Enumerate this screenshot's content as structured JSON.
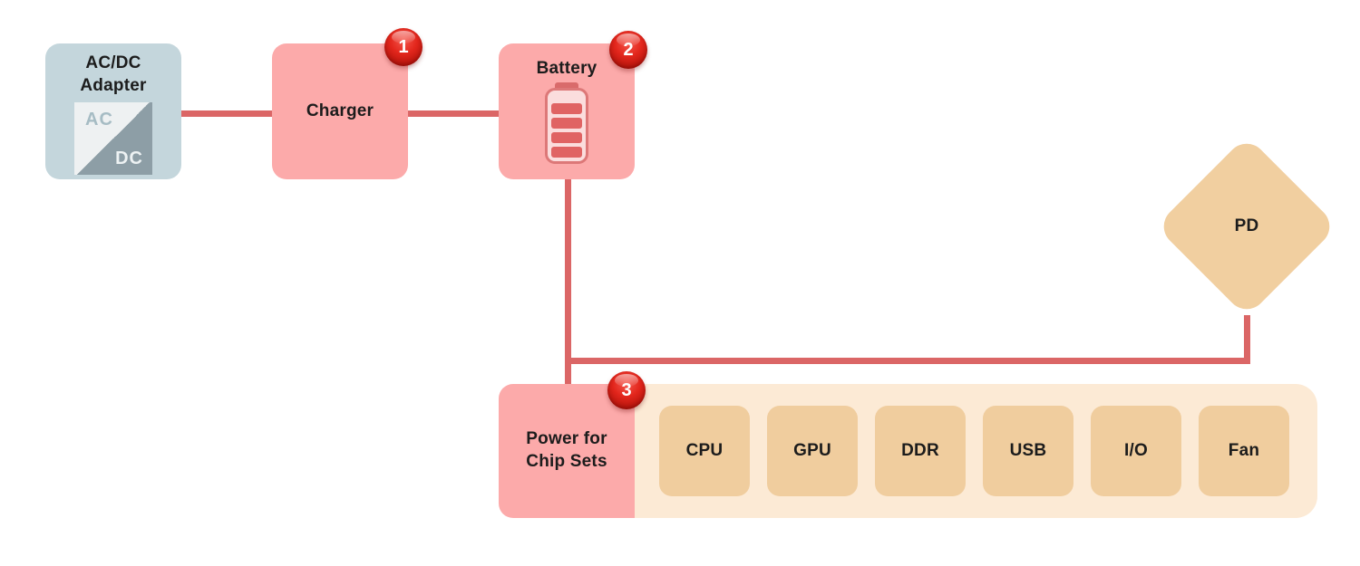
{
  "palette": {
    "node_pink": "#fcaaaa",
    "node_blue_gray": "#c4d6dc",
    "node_tan": "#f0cd9e",
    "bar_cream": "#fcead5",
    "connector_red": "#db6666",
    "badge_red": "#e2261c",
    "text_dark": "#1c1c1c"
  },
  "nodes": {
    "adapter": {
      "title": "AC/DC\nAdapter",
      "icon_top_label": "AC",
      "icon_bottom_label": "DC"
    },
    "charger": {
      "label": "Charger",
      "badge": "1"
    },
    "battery": {
      "label": "Battery",
      "badge": "2"
    },
    "pd": {
      "label": "PD"
    },
    "power_for_chipsets": {
      "label": "Power for\nChip Sets",
      "badge": "3"
    },
    "chipset_bar": {
      "chips": [
        "CPU",
        "GPU",
        "DDR",
        "USB",
        "I/O",
        "Fan"
      ]
    }
  }
}
